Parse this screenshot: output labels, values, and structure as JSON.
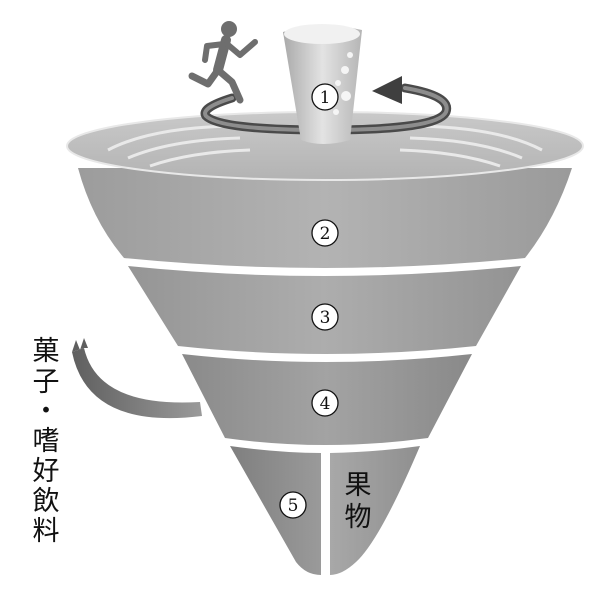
{
  "diagram": {
    "tiers": [
      {
        "label": "1"
      },
      {
        "label": "2"
      },
      {
        "label": "3"
      },
      {
        "label": "4"
      },
      {
        "label": "5"
      }
    ],
    "left_label_chars": [
      "菓",
      "子",
      "・",
      "嗜",
      "好",
      "飲",
      "料"
    ],
    "fruit_label_chars": [
      "果",
      "物"
    ],
    "colors": {
      "top_disc": "#bdbdbd",
      "tier2": "#a9a9a9",
      "tier3": "#a2a2a2",
      "tier4": "#989898",
      "tier5": "#8c8c8c",
      "fruit": "#a3a3a3",
      "separator": "#ffffff",
      "outline": "#111111"
    }
  }
}
